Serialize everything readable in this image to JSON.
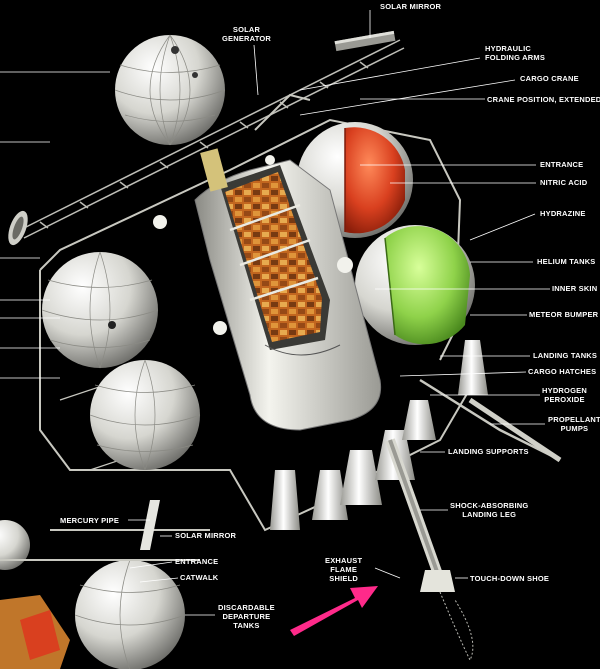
{
  "labels": {
    "solar_mirror_top": "SOLAR MIRROR",
    "solar_generator": "SOLAR\nGENERATOR",
    "hydraulic_folding_arms": "HYDRAULIC\nFOLDING ARMS",
    "cargo_crane": "CARGO CRANE",
    "crane_position_extended": "CRANE POSITION, EXTENDED",
    "entrance_top": "ENTRANCE",
    "nitric_acid": "NITRIC ACID",
    "hydrazine": "HYDRAZINE",
    "helium_tanks": "HELIUM TANKS",
    "inner_skin": "INNER SKIN",
    "meteor_bumper": "METEOR BUMPER",
    "landing_tanks": "LANDING TANKS",
    "cargo_hatches": "CARGO HATCHES",
    "hydrogen_peroxide": "HYDROGEN\nPEROXIDE",
    "propellant_pumps": "PROPELLANT\nPUMPS",
    "landing_supports": "LANDING SUPPORTS",
    "shock_absorbing_landing_leg": "SHOCK-ABSORBING\nLANDING LEG",
    "mercury_pipe": "MERCURY PIPE",
    "solar_mirror_bottom": "SOLAR MIRROR",
    "entrance_bottom": "ENTRANCE",
    "catwalk": "CATWALK",
    "discardable_departure_tanks": "DISCARDABLE\nDEPARTURE\nTANKS",
    "exhaust_flame_shield": "EXHAUST\nFLAME\nSHIELD",
    "touch_down_shoe": "TOUCH-DOWN SHOE"
  },
  "colors": {
    "background": "#000000",
    "label_text": "#ffffff",
    "nitric_acid_tank": "#d9401f",
    "hydrazine_tank": "#8fd24a",
    "sphere": "#e6e6e0",
    "arrow": "#ff2a8a"
  }
}
